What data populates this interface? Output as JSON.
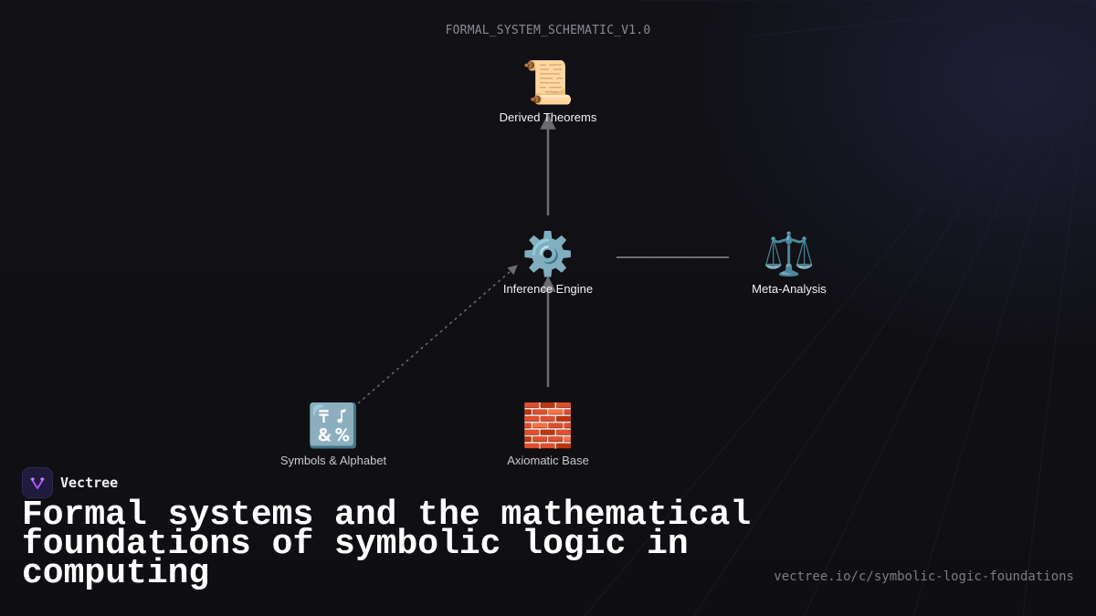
{
  "diagram": {
    "title": "FORMAL_SYSTEM_SCHEMATIC_V1.0",
    "nodes": {
      "theorems": {
        "label": "Derived Theorems",
        "icon": "scroll-icon",
        "glyph": "📜"
      },
      "engine": {
        "label": "Inference Engine",
        "icon": "gear-icon",
        "glyph": "⚙️"
      },
      "meta": {
        "label": "Meta-Analysis",
        "icon": "balance-scale-icon",
        "glyph": "⚖️"
      },
      "symbols": {
        "label": "Symbols & Alphabet",
        "icon": "symbols-icon",
        "glyph": "🔣"
      },
      "axioms": {
        "label": "Axiomatic Base",
        "icon": "brick-icon",
        "glyph": "🧱"
      }
    },
    "edges": [
      {
        "from": "axioms",
        "to": "engine",
        "style": "solid",
        "arrow": true
      },
      {
        "from": "engine",
        "to": "theorems",
        "style": "solid",
        "arrow": true
      },
      {
        "from": "symbols",
        "to": "engine",
        "style": "dashed",
        "arrow": true
      },
      {
        "from": "engine",
        "to": "meta",
        "style": "solid",
        "arrow": false
      }
    ]
  },
  "brand": {
    "name": "Vectree",
    "logo": "vectree-logo-icon",
    "accent": "#a855f7"
  },
  "headline": "Formal systems and the mathematical foundations of symbolic logic in computing",
  "url": "vectree.io/c/symbolic-logic-foundations",
  "colors": {
    "background": "#0f0f13",
    "edge": "#6b6b70",
    "text": "#f2f2f4"
  }
}
